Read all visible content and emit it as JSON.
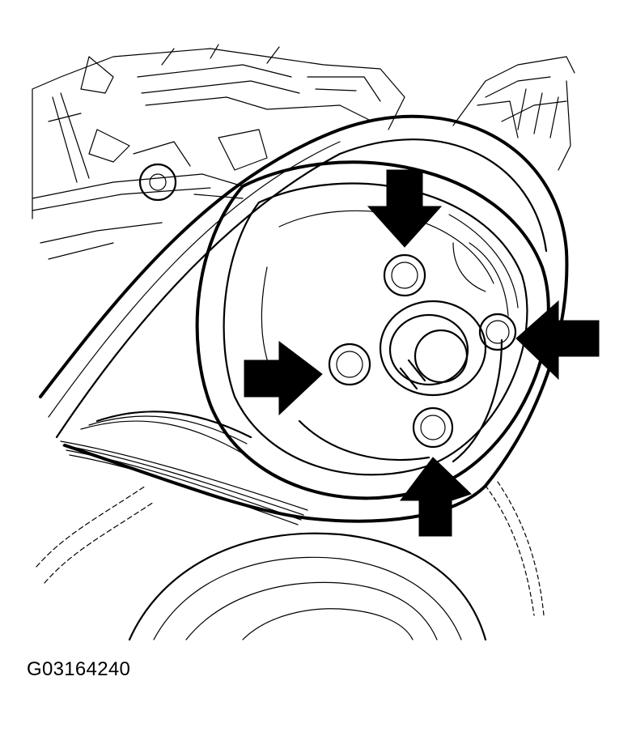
{
  "figure": {
    "caption": "G03164240",
    "arrow_count": 4,
    "bolt_count": 4
  }
}
